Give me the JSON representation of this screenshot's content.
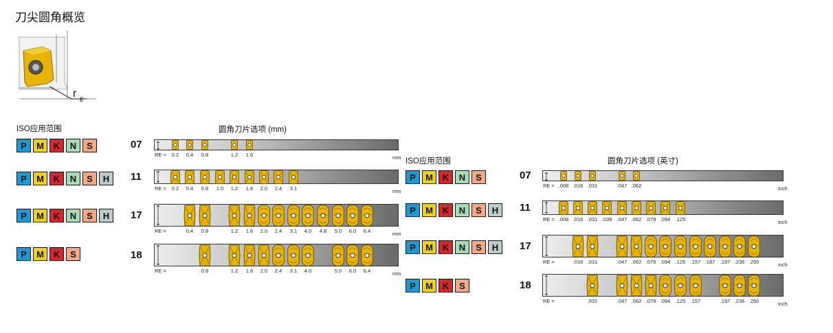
{
  "page_title": "刀尖圆角概览",
  "diagram_symbol": {
    "r": "r",
    "sub": "ε"
  },
  "colors": {
    "P": "#1a9ad6",
    "M": "#f2d500",
    "K": "#d9262c",
    "N": "#a8dcb4",
    "S": "#f3a984",
    "H": "#bfcccc",
    "insert": "#e8b400"
  },
  "metric": {
    "iso_heading": "ISO应用范围",
    "title": "圆角刀片选项 (mm)",
    "unit": "mm",
    "re_label": "RE =",
    "rows": [
      {
        "code": "07",
        "iso": [
          "P",
          "M",
          "K",
          "N",
          "S"
        ],
        "radii": [
          "0.2",
          "0.4",
          "0.8",
          "1.2",
          "1.6"
        ]
      },
      {
        "code": "11",
        "iso": [
          "P",
          "M",
          "K",
          "N",
          "S",
          "H"
        ],
        "radii": [
          "0.2",
          "0.4",
          "0.8",
          "1.0",
          "1.2",
          "1.6",
          "2.0",
          "2.4",
          "3.1"
        ]
      },
      {
        "code": "17",
        "iso": [
          "P",
          "M",
          "K",
          "N",
          "S",
          "H"
        ],
        "radii": [
          "0.4",
          "0.8",
          "1.2",
          "1.6",
          "2.0",
          "2.4",
          "3.1",
          "4.0",
          "4.8",
          "5.0",
          "6.0",
          "6.4"
        ]
      },
      {
        "code": "18",
        "iso": [
          "P",
          "M",
          "K",
          "S"
        ],
        "radii": [
          "0.8",
          "1.2",
          "1.6",
          "2.0",
          "2.4",
          "3.1",
          "4.0",
          "5.0",
          "6.0",
          "6.4"
        ]
      }
    ]
  },
  "imperial": {
    "iso_heading": "ISO应用范围",
    "title": "圆角刀片选项 (英寸)",
    "unit": "inch",
    "re_label": "RE =",
    "rows": [
      {
        "code": "07",
        "iso": [
          "P",
          "M",
          "K",
          "N",
          "S"
        ],
        "radii": [
          ".008",
          ".016",
          ".031",
          ".047",
          ".062"
        ]
      },
      {
        "code": "11",
        "iso": [
          "P",
          "M",
          "K",
          "N",
          "S",
          "H"
        ],
        "radii": [
          ".008",
          ".016",
          ".031",
          ".039",
          ".047",
          ".062",
          ".079",
          ".094",
          ".125"
        ]
      },
      {
        "code": "17",
        "iso": [
          "P",
          "M",
          "K",
          "N",
          "S",
          "H"
        ],
        "radii": [
          ".016",
          ".031",
          ".047",
          ".062",
          ".079",
          ".094",
          ".125",
          ".157",
          ".187",
          ".197",
          ".236",
          ".250"
        ]
      },
      {
        "code": "18",
        "iso": [
          "P",
          "M",
          "K",
          "S"
        ],
        "radii": [
          ".031",
          ".047",
          ".062",
          ".079",
          ".094",
          ".125",
          ".157",
          ".197",
          ".236",
          ".250"
        ]
      }
    ]
  }
}
